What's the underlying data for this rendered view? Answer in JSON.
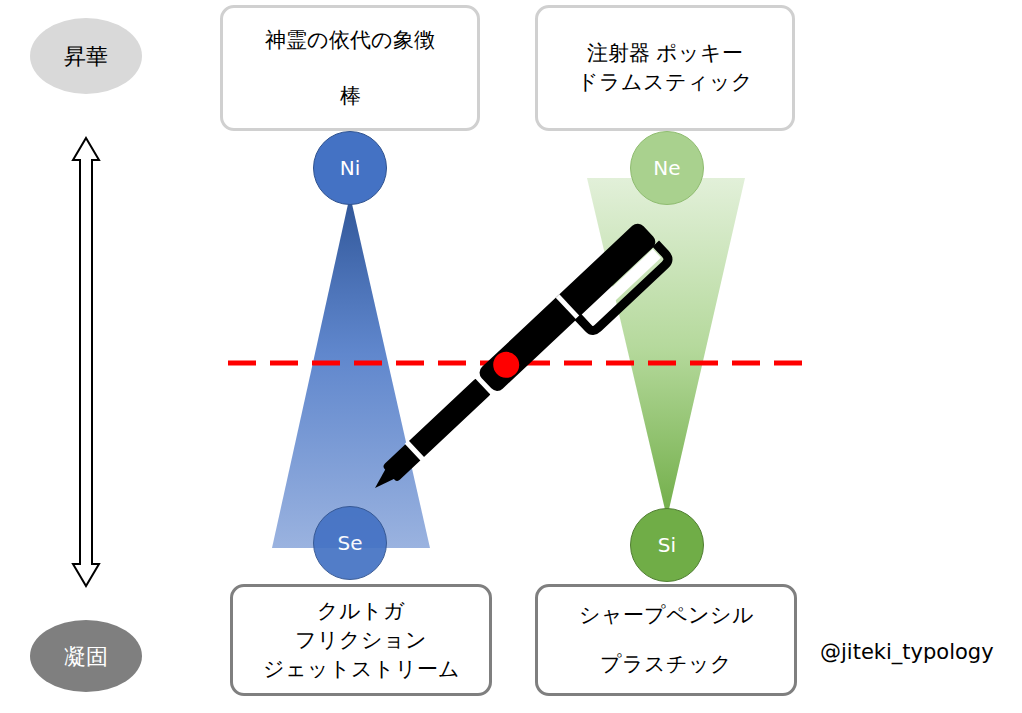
{
  "diagram": {
    "nodes": [
      {
        "text": [
          "昇華"
        ]
      },
      {
        "text": [
          "神霊の依代の象徴",
          "棒"
        ]
      },
      {
        "text": [
          "注射器 ポッキー ドラムスティック"
        ]
      },
      {
        "text": [
          "Ni"
        ]
      },
      {
        "text": [
          "Ne"
        ]
      },
      {
        "text": [
          "Se"
        ]
      },
      {
        "text": [
          "Si"
        ]
      },
      {
        "text": [
          "凝固"
        ]
      },
      {
        "text": [
          "クルトガ フリクション ジェットストリーム"
        ]
      },
      {
        "text": [
          "シャープペンシル",
          "プラスチック"
        ]
      }
    ],
    "edges": [
      {
        "from": 0,
        "to": 7,
        "arrow": "both"
      }
    ],
    "labels": [
      "@jiteki_typology"
    ]
  }
}
